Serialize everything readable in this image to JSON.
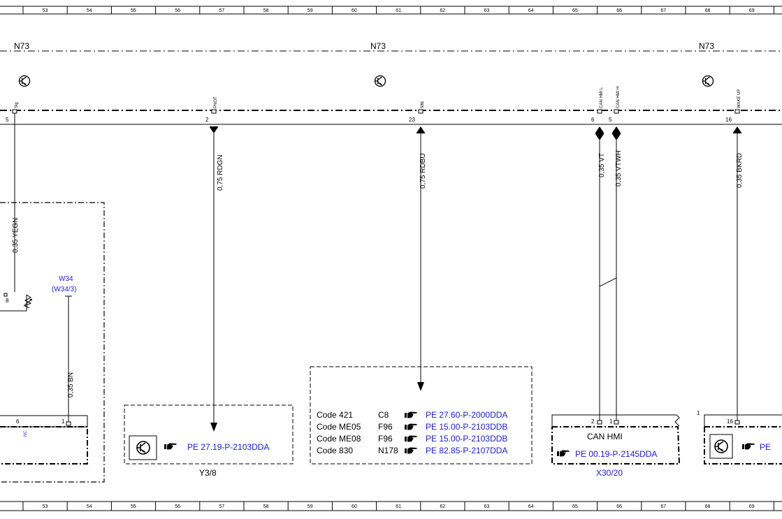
{
  "ruler": {
    "columns": [
      "53",
      "54",
      "55",
      "56",
      "57",
      "58",
      "59",
      "60",
      "61",
      "62",
      "63",
      "64",
      "65",
      "66",
      "67",
      "68",
      "69"
    ]
  },
  "modules": {
    "n73_left": "N73",
    "n73_mid": "N73",
    "n73_right": "N73"
  },
  "pins": {
    "sig": {
      "label": "Sig",
      "num": "5"
    },
    "pnot": {
      "label": "PNOT",
      "num": "2"
    },
    "p58b": {
      "label": "58b",
      "num": "23"
    },
    "can_l": {
      "label": "CAN HMI L",
      "num": "6"
    },
    "can_h": {
      "label": "CAN HMI H",
      "num": "5"
    },
    "wake": {
      "label": "WAKE UP",
      "num": "16"
    }
  },
  "wires": {
    "yegn": "0,35 YEGN",
    "rdgn": "0,75 RDGN",
    "rdbu": "0,75 RDBU",
    "vt": "0,35 VT",
    "vtwh": "0,35 VTWH",
    "bkrd": "0,35 BKRD",
    "bn": "0,35 BN"
  },
  "w34": {
    "line1": "W34",
    "line2": "(W34/3)"
  },
  "left_box": {
    "pin8": "8",
    "pin6": "6",
    "pin1": "1",
    "nc": "NC"
  },
  "y38": {
    "ref": "PE 27.19-P-2103DDA",
    "label": "Y3/8"
  },
  "codes": {
    "rows": [
      {
        "code": "Code 421",
        "comp": "C8",
        "ref": "PE 27.60-P-2000DDA"
      },
      {
        "code": "Code ME05",
        "comp": "F96",
        "ref": "PE 15.00-P-2103DDB"
      },
      {
        "code": "Code ME08",
        "comp": "F96",
        "ref": "PE 15.00-P-2103DDB"
      },
      {
        "code": "Code 830",
        "comp": "N178",
        "ref": "PE 82.85-P-2107DDA"
      }
    ]
  },
  "x30": {
    "title": "CAN HMI",
    "pin2": "2",
    "pin1": "1",
    "ref": "PE 00.19-P-2145DDA",
    "label": "X30/20"
  },
  "right_box": {
    "pin1": "1",
    "pin16": "16",
    "ref": "PE"
  },
  "icons": {
    "transistor": "transistor-icon",
    "hand_pointer": "hand-pointer-icon"
  },
  "colors": {
    "link": "#1a1ae6"
  }
}
